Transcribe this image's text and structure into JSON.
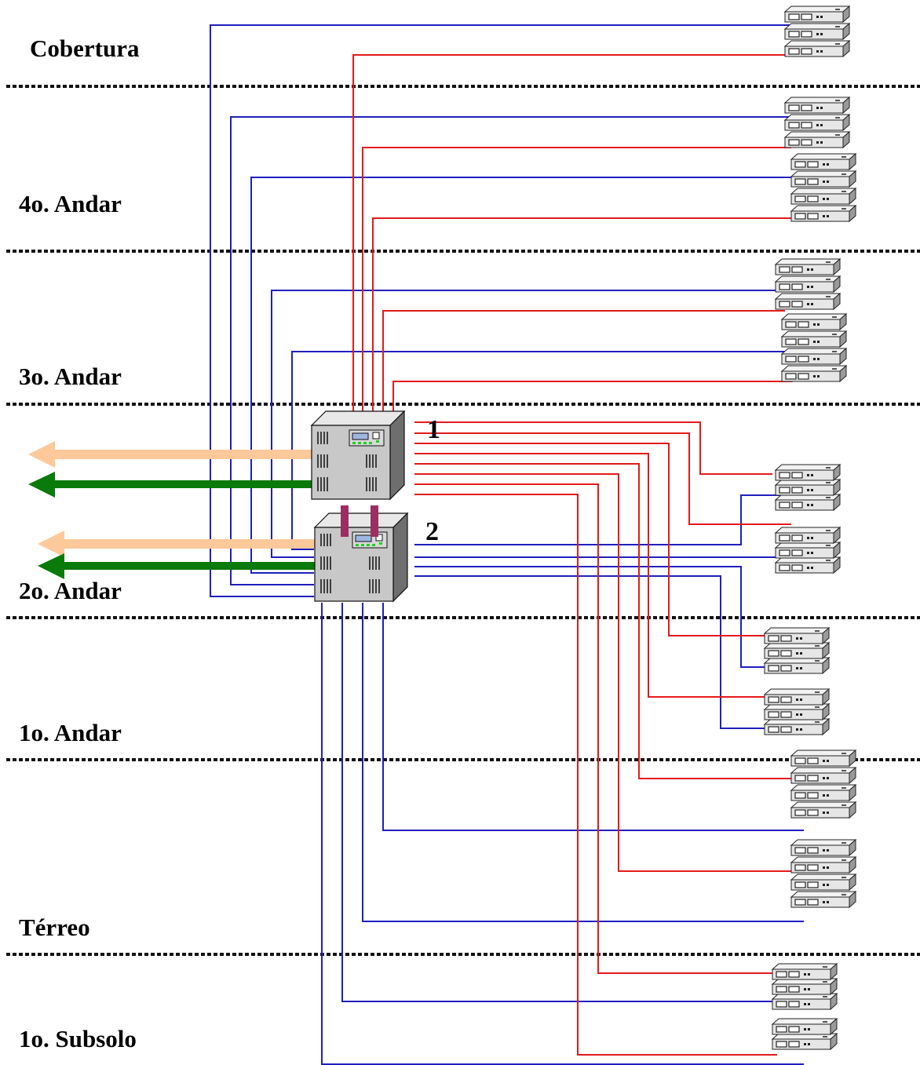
{
  "floors": {
    "cobertura": "Cobertura",
    "andar4": "4o. Andar",
    "andar3": "3o. Andar",
    "andar2": "2o. Andar",
    "andar1": "1o. Andar",
    "terreo": "Térreo",
    "subsolo1": "1o. Subsolo"
  },
  "switches": {
    "switch1": "1",
    "switch2": "2"
  },
  "colors": {
    "red_link": "#e41a1a",
    "blue_link": "#1f1fbf",
    "uplink_orange": "#fdc89a",
    "uplink_green": "#0a7a0a",
    "stack_connector": "#9b2e62",
    "floor_divider": "#111111"
  },
  "icons": {
    "core_switch": "chassis-switch-icon",
    "edge_switch": "stacked-switch-icon"
  }
}
